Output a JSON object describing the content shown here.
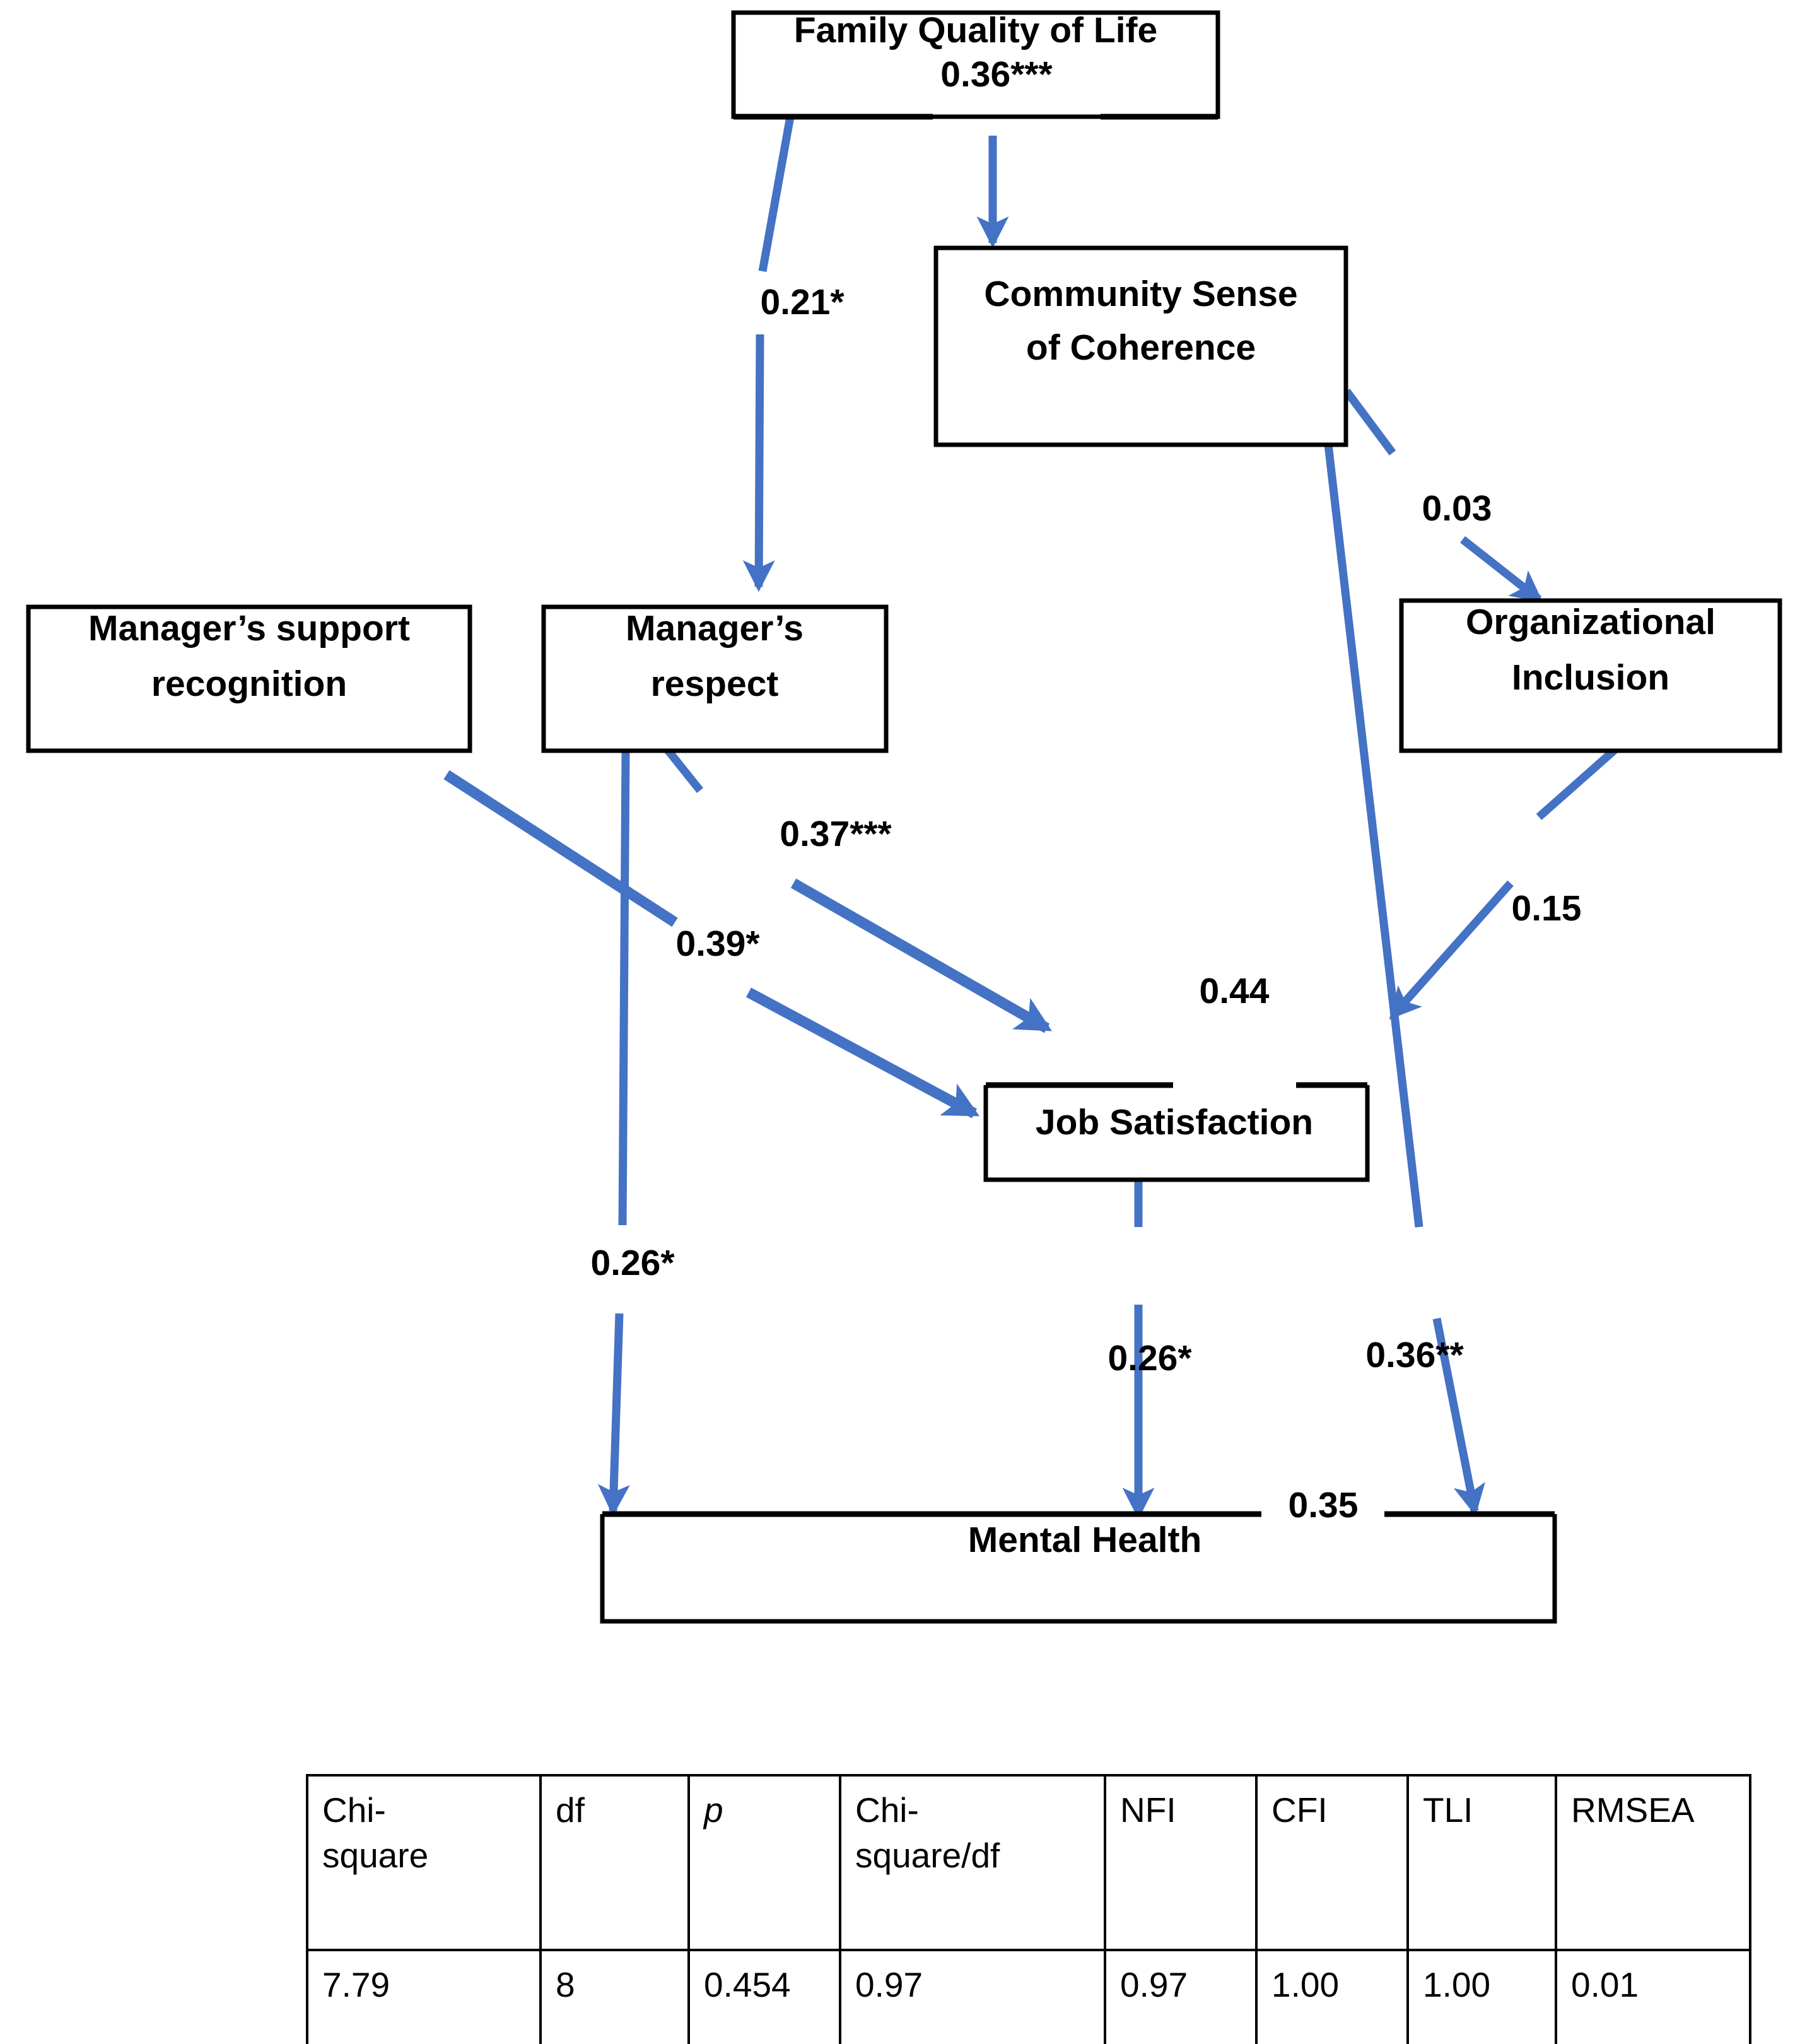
{
  "diagram": {
    "type": "path-diagram",
    "title": "Structural equation model of family quality of life, workplace factors, job satisfaction and mental health",
    "accent_color": "#4472C4",
    "box_border_color": "#000000",
    "nodes": [
      {
        "id": "fql",
        "label": "Family Quality of Life"
      },
      {
        "id": "csoc",
        "label_line1": "Community Sense",
        "label_line2": "of Coherence"
      },
      {
        "id": "msr",
        "label_line1": "Manager’s support",
        "label_line2": "recognition"
      },
      {
        "id": "mr",
        "label_line1": "Manager’s",
        "label_line2": "respect"
      },
      {
        "id": "oi",
        "label_line1": "Organizational",
        "label_line2": "Inclusion"
      },
      {
        "id": "js",
        "label": "Job Satisfaction"
      },
      {
        "id": "mh",
        "label": "Mental Health"
      }
    ],
    "paths": [
      {
        "from": "fql",
        "to": "csoc",
        "coefficient": "0.36",
        "stars": "***"
      },
      {
        "from": "fql",
        "to": "mr",
        "coefficient": "0.21",
        "stars": "*"
      },
      {
        "from": "csoc",
        "to": "oi",
        "coefficient": "0.03",
        "stars": ""
      },
      {
        "from": "csoc",
        "to": "mh",
        "coefficient": "0.36",
        "stars": "**"
      },
      {
        "from": "mr",
        "to": "js",
        "coefficient": "0.37",
        "stars": "***"
      },
      {
        "from": "msr",
        "to": "js",
        "coefficient": "0.39",
        "stars": "*"
      },
      {
        "from": "mr",
        "to": "mh",
        "coefficient": "0.26",
        "stars": "*"
      },
      {
        "from": "oi",
        "to": "js",
        "coefficient": "0.15",
        "stars": ""
      },
      {
        "from": "js",
        "to": "mh",
        "coefficient": "0.26",
        "stars": "*"
      }
    ],
    "explained_variance": [
      {
        "node": "js",
        "label": "0.44"
      },
      {
        "node": "mh",
        "label": "0.35"
      }
    ]
  },
  "labels": {
    "l_036_3star": "0.36***",
    "l_021_1star": "0.21*",
    "l_003": "0.03",
    "l_037_3star": "0.37***",
    "l_039_1star": "0.39*",
    "l_015": "0.15",
    "l_044": "0.44",
    "l_026_left": "0.26*",
    "l_026_mid": "0.26*",
    "l_036_2star": "0.36**",
    "l_035": "0.35"
  },
  "nodes_text": {
    "fql": "Family Quality of Life",
    "csoc_1": "Community Sense",
    "csoc_2": "of Coherence",
    "msr_1": "Manager’s support",
    "msr_2": "recognition",
    "mr_1": "Manager’s",
    "mr_2": "respect",
    "oi_1": "Organizational",
    "oi_2": "Inclusion",
    "js": "Job Satisfaction",
    "mh": "Mental Health"
  },
  "fit_table": {
    "headers": [
      {
        "text": "Chi-\nsquare",
        "line1": "Chi-",
        "line2": "square",
        "italic": false
      },
      {
        "text": "df",
        "line1": "df",
        "line2": "",
        "italic": false
      },
      {
        "text": "p",
        "line1": "p",
        "line2": "",
        "italic": true
      },
      {
        "text": "Chi-\nsquare/df",
        "line1": "Chi-",
        "line2": "square/df",
        "italic": false
      },
      {
        "text": "NFI",
        "line1": "NFI",
        "line2": "",
        "italic": false
      },
      {
        "text": "CFI",
        "line1": "CFI",
        "line2": "",
        "italic": false
      },
      {
        "text": "TLI",
        "line1": "TLI",
        "line2": "",
        "italic": false
      },
      {
        "text": "RMSEA",
        "line1": "RMSEA",
        "line2": "",
        "italic": false
      }
    ],
    "values": [
      "7.79",
      "8",
      "0.454",
      "0.97",
      "0.97",
      "1.00",
      "1.00",
      "0.01"
    ]
  }
}
